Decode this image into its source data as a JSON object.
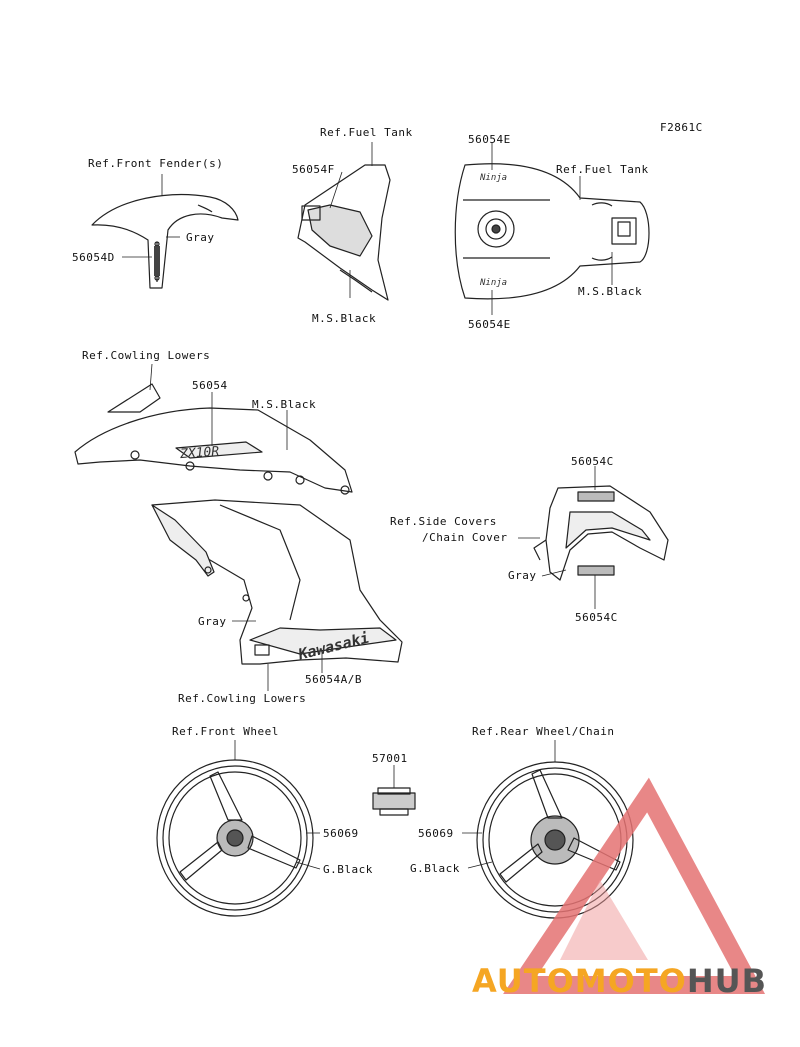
{
  "diagram_code": "F2861C",
  "labels": {
    "ref_front_fender": "Ref.Front Fender(s)",
    "gray_fender": "Gray",
    "part_56054D": "56054D",
    "ref_fuel_tank_1": "Ref.Fuel Tank",
    "part_56054F": "56054F",
    "ms_black_1": "M.S.Black",
    "part_56054E_top": "56054E",
    "ref_fuel_tank_2": "Ref.Fuel Tank",
    "ms_black_2": "M.S.Black",
    "part_56054E_bottom": "56054E",
    "ref_cowling_lowers_1": "Ref.Cowling Lowers",
    "part_56054": "56054",
    "ms_black_3": "M.S.Black",
    "part_56054C_top": "56054C",
    "ref_side_covers": "Ref.Side Covers",
    "chain_cover": "/Chain Cover",
    "gray_seat": "Gray",
    "part_56054C_bottom": "56054C",
    "gray_cowl": "Gray",
    "part_56054AB": "56054A/B",
    "ref_cowling_lowers_2": "Ref.Cowling Lowers",
    "ref_front_wheel": "Ref.Front Wheel",
    "part_57001": "57001",
    "ref_rear_wheel": "Ref.Rear Wheel/Chain",
    "part_56069_front": "56069",
    "g_black_front": "G.Black",
    "part_56069_rear": "56069",
    "g_black_rear": "G.Black"
  },
  "decals": {
    "cowl_decal": "ZX10R",
    "brand_decal": "Kawasaki",
    "tank_logo": "Ninja"
  },
  "watermark": {
    "part1": "AUTOMOTO",
    "part2": "HUB",
    "color1": "#f5a623",
    "color2": "#555555",
    "triangle_color": "#e53935"
  }
}
